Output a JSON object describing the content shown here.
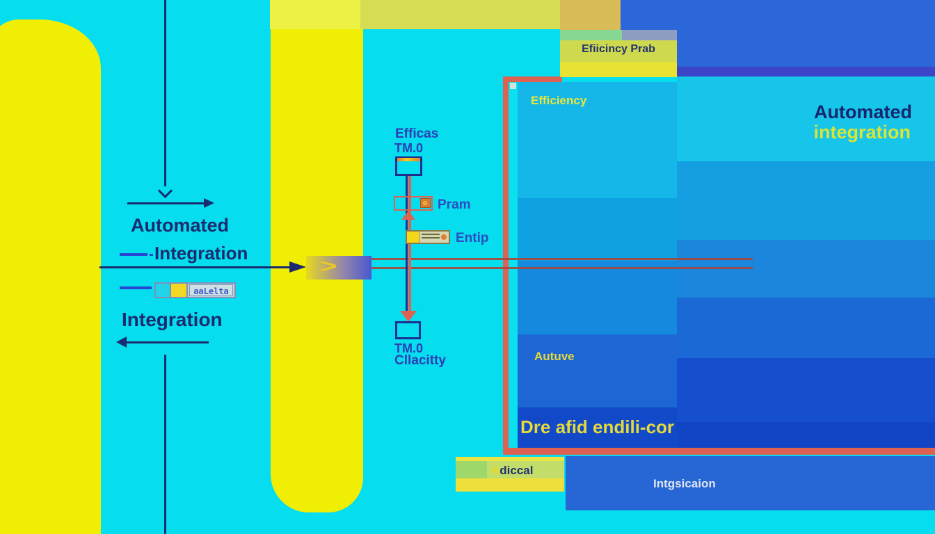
{
  "colors": {
    "background_cyan": "#06ddef",
    "bar_yellow": "#f0ee04",
    "navy_text": "#1b2b70",
    "salmon_red": "#dd6252",
    "indigo_border": "#3c45c8",
    "panel_blues": [
      "#17c4ea",
      "#159ee2",
      "#1b87dc",
      "#1b69d6",
      "#164fce",
      "#1244c6"
    ]
  },
  "left_flow": {
    "automated_label": "Automated",
    "integration_label_1": "Integration",
    "integration_label_2": "Integration",
    "widget_label": "aaLelta",
    "chevron_glyph": ">"
  },
  "center_diagram": {
    "node_top_title": "Efficas",
    "node_top_subtitle": "TM.0",
    "pram_label": "Pram",
    "entip_label": "Entip",
    "node_bottom_title": "TM.0",
    "node_bottom_subtitle": "Cllacitty"
  },
  "panel": {
    "efficiency_label": "Efficiency",
    "automated_label": "Automated",
    "integration_label": "integration",
    "autuve_label": "Autuve",
    "bottom_label": "Dre afid endili-cor"
  },
  "top_box": {
    "label": "Efiicincy Prab"
  },
  "bottom_bar": {
    "adiccal_first": "A",
    "adiccal_rest": "diccal",
    "integration_bar_label": "Intgsicaion"
  }
}
